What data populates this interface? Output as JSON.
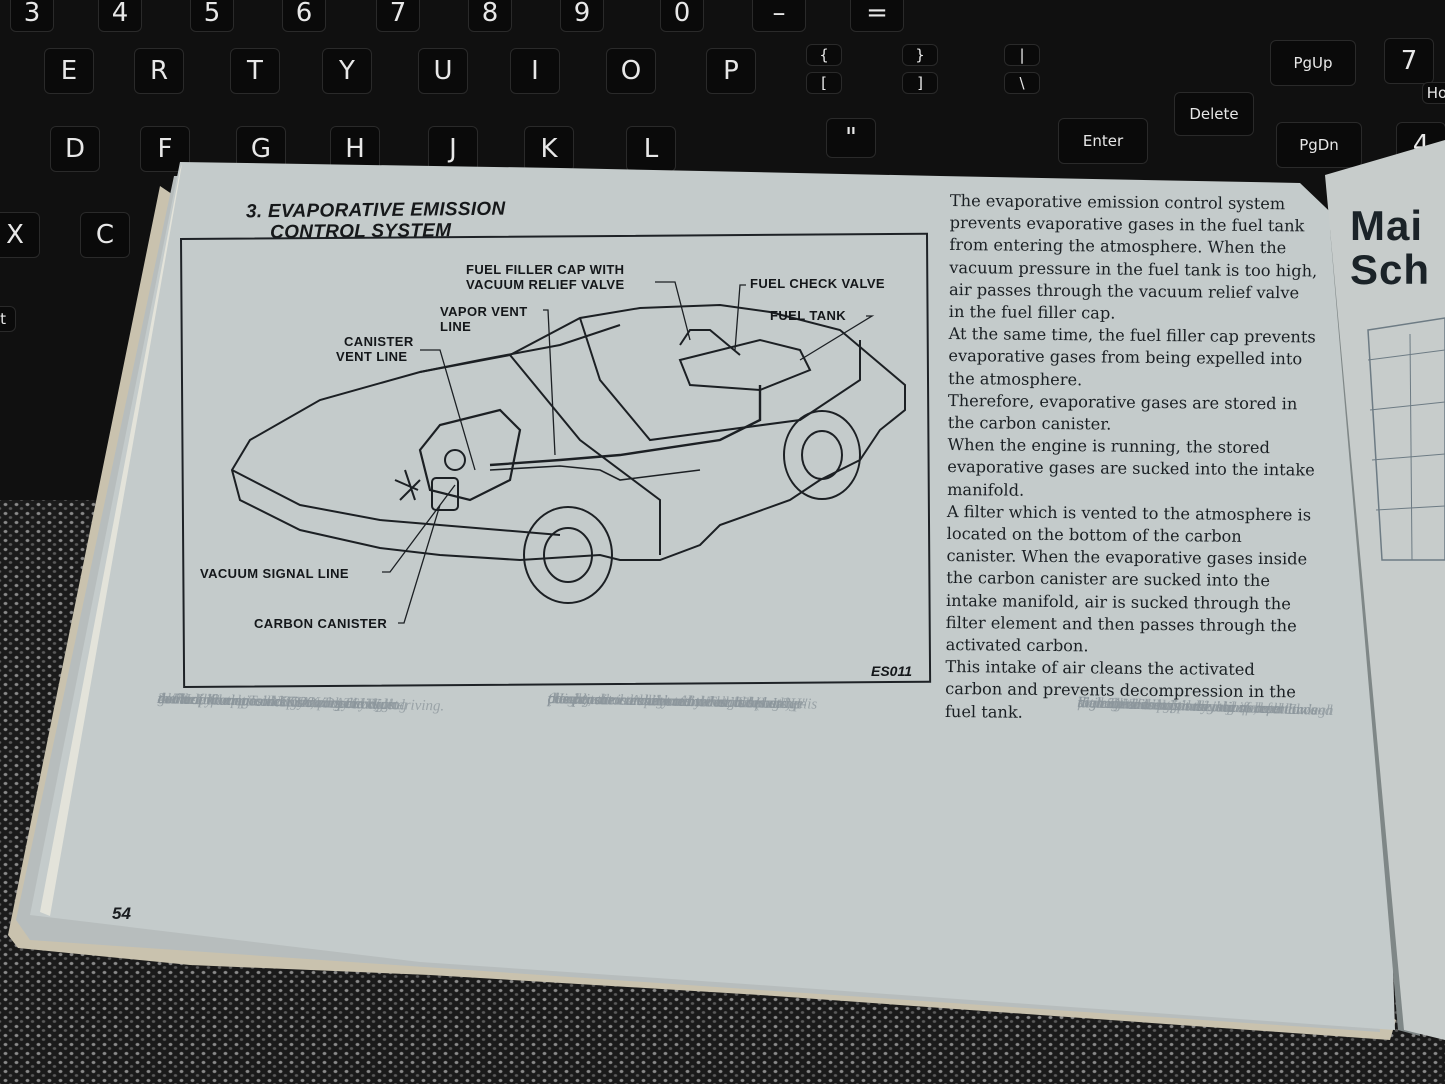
{
  "keyboard": {
    "row1": [
      "3",
      "4",
      "5",
      "6",
      "7",
      "8",
      "9",
      "0",
      "–",
      "="
    ],
    "row2": [
      "E",
      "R",
      "T",
      "Y",
      "U",
      "I",
      "O",
      "P",
      "{",
      "}",
      "|"
    ],
    "row2_lower": [
      "[",
      "]",
      "\\"
    ],
    "row3": [
      "D",
      "F",
      "G",
      "H",
      "J",
      "K",
      "L",
      "\""
    ],
    "row4": [
      "X",
      "C"
    ],
    "nav": {
      "pgup": "PgUp",
      "delete": "Delete",
      "pgdn": "PgDn",
      "enter": "Enter",
      "num7": "7",
      "num4": "4",
      "home": "Ho",
      "edge": "lt"
    }
  },
  "booklet": {
    "page_number": "54",
    "section_title_line1": "3. EVAPORATIVE EMISSION",
    "section_title_line2": "CONTROL SYSTEM",
    "figure": {
      "id": "ES011",
      "callouts": {
        "filler_cap_line1": "FUEL FILLER CAP WITH",
        "filler_cap_line2": "VACUUM RELIEF VALVE",
        "check_valve": "FUEL CHECK VALVE",
        "fuel_tank": "FUEL TANK",
        "vapor_line1": "VAPOR VENT",
        "vapor_line2": "LINE",
        "canister_line1": "CANISTER",
        "canister_line2": "VENT LINE",
        "vacuum_signal": "VACUUM SIGNAL LINE",
        "carbon_canister": "CARBON CANISTER"
      }
    },
    "body_paragraphs": [
      "The evaporative emission control system prevents evaporative gases in the fuel tank from entering the atmosphere. When the vacuum pressure in the fuel tank is too high, air passes through the vacuum relief valve in the fuel filler cap.",
      "At the same time, the fuel filler cap prevents evaporative gases from being expelled into the atmosphere.",
      "Therefore, evaporative gases are stored in the carbon canister.",
      "When the engine is running, the stored evaporative gases are sucked into the intake manifold.",
      "A filter which is vented to the atmosphere is located on the bottom of the carbon canister. When the evaporative gases inside the carbon canister are sucked into the intake manifold, air is sucked through the filter element and then passes through the activated carbon.",
      "This intake of air cleans the activated carbon and prevents decompression in the fuel tank."
    ],
    "right_page_title_line1": "Mai",
    "right_page_title_line2": "Sch",
    "show_through_left": [
      "tude driving.",
      "3. The idle rpm and CO% vary according",
      "to the altitude. To keep your car in",
      "good operating condition, proper adjust-",
      "ment of idle rpm and CO% according to",
      "the H-L lever position is necessary.",
      "4. For information concerning the High",
      "Altitude Counties designated by law,",
      "contact your local NISSAN/DATSUN",
      "dealer."
    ],
    "show_through_mid": [
      "compensator. Additional air should be sup-",
      "plied to the carburetor by the altitude",
      "compensator at high altitudes, although",
      "this is not necessary at low altitudes. When",
      "the altitude compensator lever is set at \"H\"",
      "(High), air is conducted through an air",
      "passage to the carburetor. The air passage is",
      "closed when the lever is set at \"L\" (Low)."
    ],
    "show_through_right": [
      "the higher the altitude, the richer",
      "fuel mixture ratio and therefore, the",
      "higher exhaust gas emissions, even though",
      "the engine is properly adjusted for low",
      "altitude driving.",
      "Your DATSUN is designed to meet Emis-",
      "sion Standards for driving in both low and",
      "high altitudes with the aid of an altitude"
    ]
  }
}
